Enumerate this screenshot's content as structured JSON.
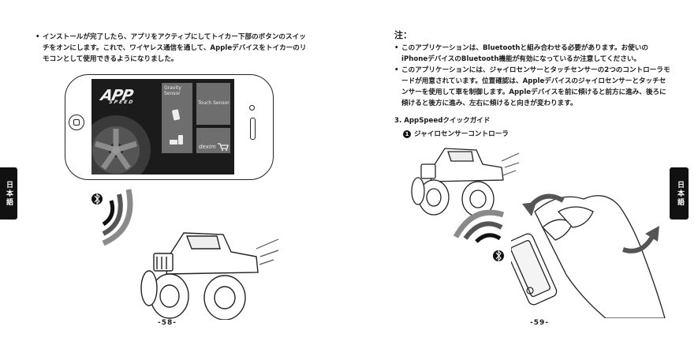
{
  "left_page": {
    "tab_label": "日本語",
    "bullet": "•",
    "paragraph": "インストールが完了したら、アプリをアクティブにしてトイカー下部のボタンのスイッチをオンにします。これで、ワイヤレス通信を通して、Appleデバイスをトイカーのリモコンとして使用できるようになりました。",
    "page_number": "-58-"
  },
  "phone_screen": {
    "logo": "APP",
    "logo_sub": "SPEED",
    "tile_gravity": "Gravity Sensor",
    "tile_touch": "Touch Sensor",
    "tile_dexim": "dexim"
  },
  "right_page": {
    "tab_label": "日本語",
    "note_title": "注：",
    "notes": [
      "このアプリケーションは、Bluetoothと組み合わせる必要があります。お使いのiPhoneデバイスのBluetooth機能が有効になっているか注意してください。",
      "このアプリケーションには、ジャイロセンサーとタッチセンサーの2つのコントローラモードが用意されています。位置確認は、Appleデバイスのジャイロセンサーとタッチセンサーを使用して車を制御します。Appleデバイスを前に傾けると前方に進み、後ろに傾けると後方に進み、左右に傾けると向きが変わります。"
    ],
    "guide_heading": "3. AppSpeedクイックガイド",
    "gyro_number": "1",
    "gyro_heading": "ジャイロセンサーコントローラ",
    "page_number": "-59-"
  },
  "colors": {
    "text": "#1a1a1a",
    "tab_bg": "#111111",
    "tile_gray": "#6e6e6e",
    "wave_gray": "#8a8a8a"
  },
  "icons": [
    "bluetooth-icon",
    "home-button-icon",
    "signal-waves-icon",
    "rotate-arrow-icon"
  ]
}
